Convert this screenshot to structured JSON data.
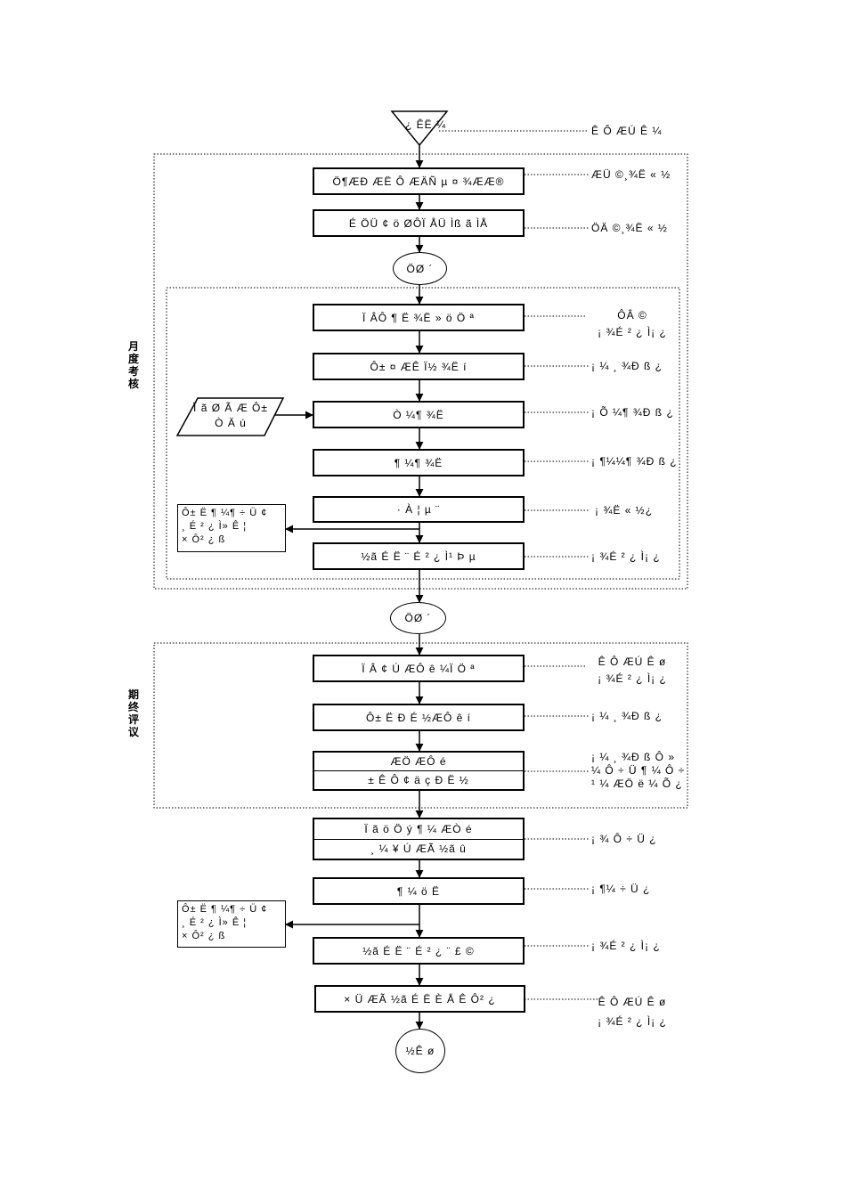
{
  "start": {
    "label": "¿ ÊË ¼",
    "note": "Ê Ô ÆÚ Ê ¼"
  },
  "monthly": {
    "side_label": "月度考核",
    "step1": {
      "label": "Ö¶ÆÐ ÆË Ô ÆÄÑ µ ¤ ¾ÆÆ®",
      "note": "ÆÜ ©¸¾Ë « ½"
    },
    "step2": {
      "label": "É ÖÜ ¢ ö ØÔÏ ÅÜ Ìß ã ÌÅ",
      "note": "ÖÄ ©¸¾Ë « ½"
    },
    "exec_oval": "ÖØ ´",
    "items": [
      {
        "label": "Ï ÂÔ ¶ Ë ¾Ë » ö Ö ª",
        "note_l1": "ÔÂ ©",
        "note_l2": "¡ ¾É ² ¿ Ì¡ ¿"
      },
      {
        "label": "Ô± ¤ ÆÊ Ï½ ¾Ë í",
        "note_l1": "¡ ¼ ¸ ¾Ð ß ¿"
      },
      {
        "label": "Ò ¼¶ ¾Ë",
        "note_l1": "¡ Õ ¼¶ ¾Ð ß ¿"
      },
      {
        "label": "¶ ¼¶ ¾Ë",
        "note_l1": "¡ ¶¼¼¶ ¾Ð ß ¿"
      },
      {
        "label": "· À ¦ µ ¨",
        "note_l1": "¡ ¾Ë « ½¿"
      },
      {
        "label": "½ã É Ë ¨ É ² ¿ Ì¹ Þ µ",
        "note_l1": "¡ ¾É ² ¿ Ì¡ ¿"
      }
    ],
    "input_doc": {
      "line1": "Ï ã Ø Ã Æ Ô±",
      "line2": "Ò Ä ú"
    },
    "output_doc": {
      "line1": "Ô± Ë ¶ ¼¶ ÷ Ü ¢",
      "line2": "¸ É ² ¿ Ì» Ê ¦",
      "line3": "× Ô² ¿ ß"
    }
  },
  "between_oval": "ÖØ ´",
  "final": {
    "side_label": "期终评议",
    "items": [
      {
        "label": "Ï Â ¢ Ú ÆÔ ê ¼Ï Ö ª",
        "note_l1": "Ê Ô ÆÚ Ê ø",
        "note_l2": "¡ ¾É ² ¿ Ì¡ ¿"
      },
      {
        "label": "Ô± Ë Ð É ½ÆÔ ê í",
        "note_l1": "¡ ¼ ¸ ¾Ð ß ¿"
      }
    ],
    "review": {
      "line1": "ÆÖ ÆÔ é",
      "line2": "± Ê Ô ¢ ä ç Ð Ë ½",
      "note_l1": "¡ ¼ ¸ ¾Ð ß Ô »",
      "note_l2": "¼ Ô ÷ Ü ¶ ¼ Ô ÷",
      "note_l3": "¹ ¼ ÆÖ ë ¼ Õ ¿"
    }
  },
  "post": {
    "summary": {
      "line1": "Ï ã ö Ö ý ¶ ¼ ÆÒ é",
      "line2": "¸ ¼ ¥ Ú ÆÃ ½ã û",
      "note": "¡ ¾ Ô ÷ Ü ¿"
    },
    "approve": {
      "label": "¶ ¼ ö Ë",
      "note": "¡ ¶¼ ÷ Ü ¿"
    },
    "issue": {
      "label": "½ã É Ë ¨ É ² ¿ ¨ £ ©",
      "note": "¡ ¾É ² ¿ Ì¡ ¿"
    },
    "archive": {
      "label": "× Ü ÆÃ ½ã É Ë È Å Ê Ô² ¿",
      "note_l1": "Ê Ô ÆÚ Ê ø",
      "note_l2": "¡ ¾É ² ¿ Ì¡ ¿"
    },
    "output_doc": {
      "line1": "Ô± Ë ¶ ¼¶ ÷ Ü ¢",
      "line2": "¸ É ² ¿ Ì» Ê ¦",
      "line3": "× Ô² ¿ ß"
    },
    "end": "½Ê ø"
  }
}
